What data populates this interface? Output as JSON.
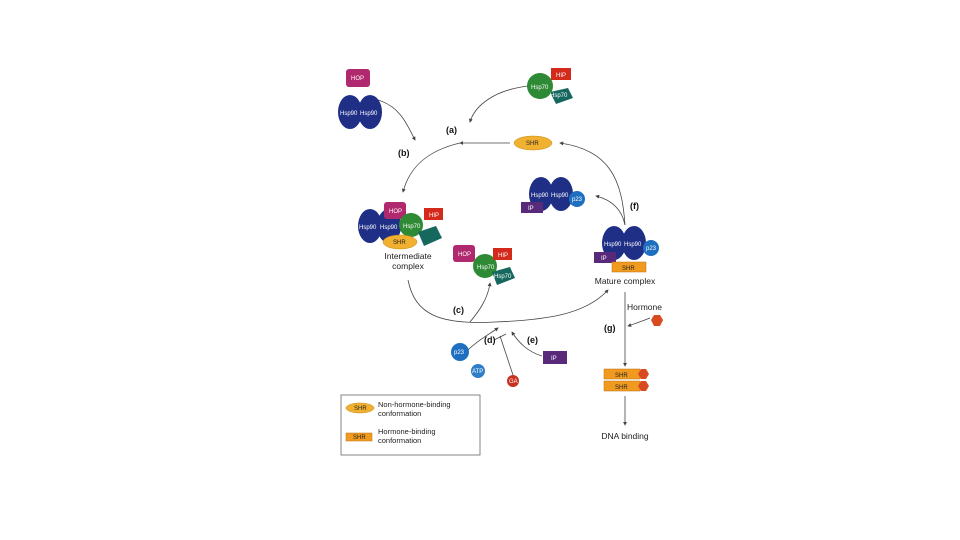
{
  "steps": {
    "a": "(a)",
    "b": "(b)",
    "c": "(c)",
    "d": "(d)",
    "e": "(e)",
    "f": "(f)",
    "g": "(g)"
  },
  "proteins": {
    "hop": "HOP",
    "hsp90": "Hsp90",
    "hip": "HIP",
    "hsp70": "Hsp70",
    "shr": "SHR",
    "p23": "p23",
    "ip": "IP",
    "atp": "ATP",
    "ga": "GA"
  },
  "labels": {
    "intermediate_complex": [
      "Intermediate",
      "complex"
    ],
    "mature_complex": "Mature complex",
    "hormone": "Hormone",
    "dna_binding": "DNA binding"
  },
  "legend": {
    "non_binding": [
      "Non-hormone-binding",
      "conformation"
    ],
    "binding": [
      "Hormone-binding",
      "conformation"
    ]
  },
  "colors": {
    "hop": "#b0286e",
    "hsp90": "#1f2f86",
    "hip": "#d42a1c",
    "hsp70": "#2f8a35",
    "hsp70_tail": "#16685f",
    "shr_inactive": "#f0b030",
    "shr_active": "#f09a20",
    "p23": "#1f6fc0",
    "ip": "#5a2a7a",
    "hormone": "#d94a20",
    "ga": "#c83020"
  }
}
